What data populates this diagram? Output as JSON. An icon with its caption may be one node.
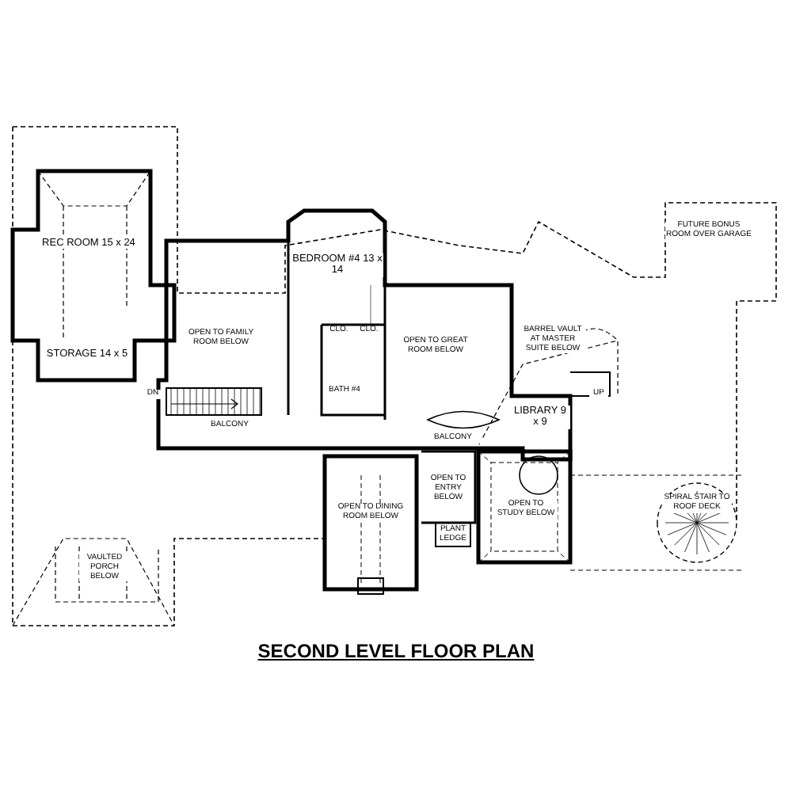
{
  "diagram": {
    "title": "SECOND LEVEL FLOOR PLAN",
    "labels": [
      "REC ROOM 15 x 24",
      "STORAGE 14 x 5",
      "OPEN TO FAMILY ROOM BELOW",
      "BEDROOM #4 13 x 14",
      "CLO.",
      "CLO.",
      "BATH #4",
      "OPEN TO GREAT ROOM BELOW",
      "BARREL VAULT AT MASTER SUITE BELOW",
      "FUTURE BONUS ROOM OVER GARAGE",
      "DN",
      "BALCONY",
      "UP",
      "LIBRARY 9 x 9",
      "BALCONY",
      "VAULTED PORCH BELOW",
      "OPEN TO DINING ROOM BELOW",
      "OPEN TO ENTRY BELOW",
      "PLANT LEDGE",
      "OPEN TO STUDY BELOW",
      "SPIRAL STAIR TO ROOF DECK"
    ]
  }
}
